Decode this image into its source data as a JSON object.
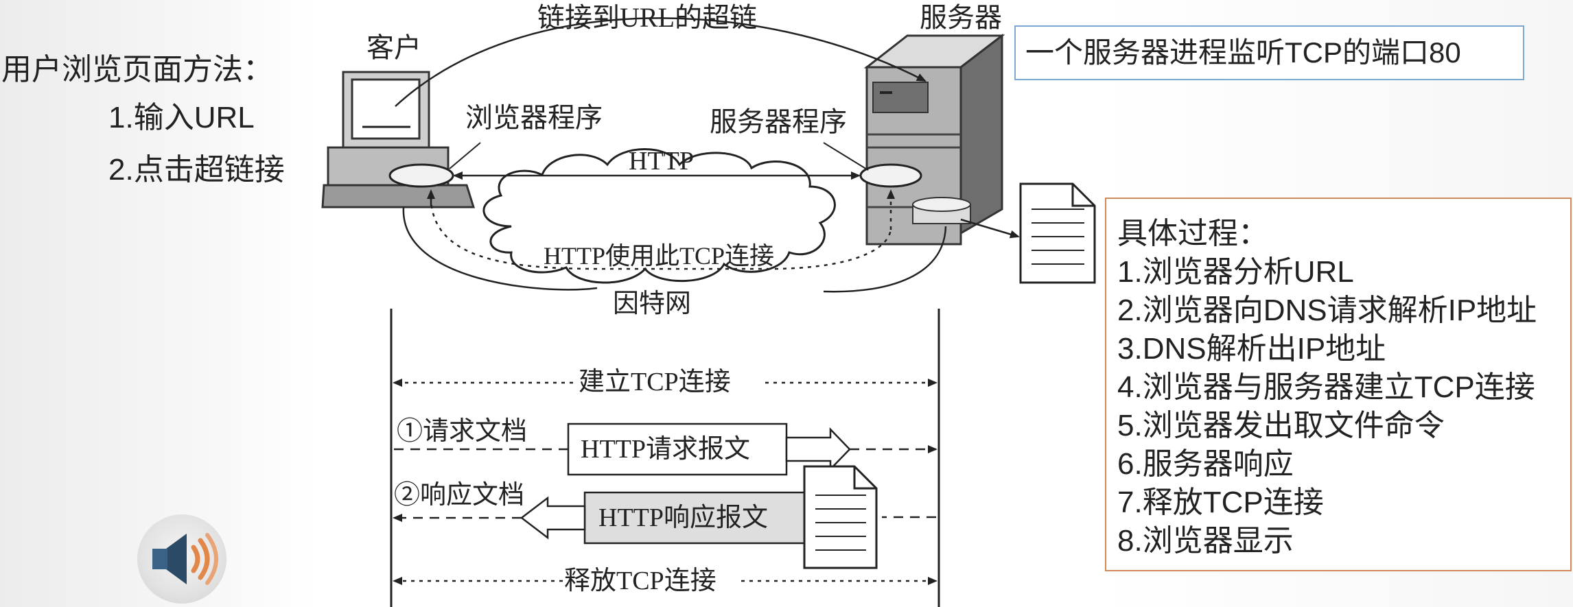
{
  "left_panel": {
    "title": "用户浏览页面方法：",
    "item1": "1.输入URL",
    "item2": "2.点击超链接"
  },
  "top_diagram": {
    "hyperlink_label": "链接到URL的超链",
    "client_label": "客户",
    "server_label": "服务器",
    "browser_program": "浏览器程序",
    "server_program": "服务器程序",
    "http_label": "HTTP",
    "tcp_conn_label": "HTTP使用此TCP连接",
    "internet_label": "因特网"
  },
  "port_note": "一个服务器进程监听TCP的端口80",
  "process_box": {
    "title": "具体过程：",
    "steps": [
      "1.浏览器分析URL",
      "2.浏览器向DNS请求解析IP地址",
      "3.DNS解析出IP地址",
      "4.浏览器与服务器建立TCP连接",
      "5.浏览器发出取文件命令",
      "6.服务器响应",
      "7.释放TCP连接",
      "8.浏览器显示"
    ]
  },
  "sequence": {
    "establish": "建立TCP连接",
    "request_doc": "①请求文档",
    "request_msg": "HTTP请求报文",
    "response_doc": "②响应文档",
    "response_msg": "HTTP响应报文",
    "release": "释放TCP连接"
  },
  "icons": [
    "speaker-icon",
    "computer-icon",
    "server-icon",
    "document-icon",
    "cloud-icon"
  ]
}
